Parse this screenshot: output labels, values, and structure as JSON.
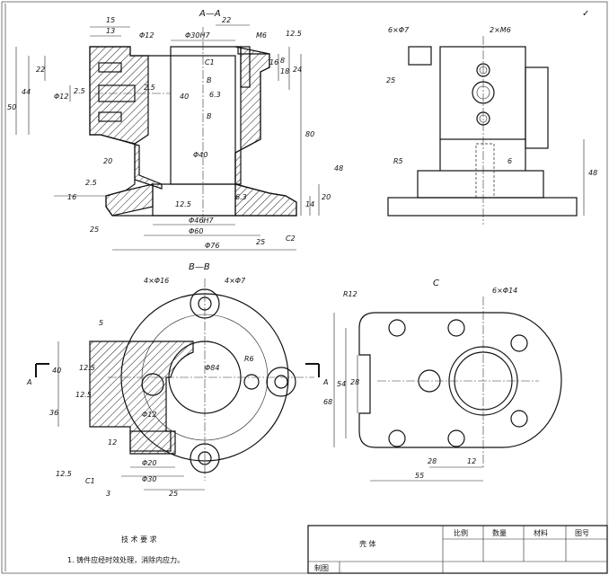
{
  "views": {
    "section_aa": {
      "title": "A—A",
      "dims": [
        "15",
        "13",
        "Φ12",
        "Φ30H7",
        "22",
        "M6",
        "12.5",
        "C1",
        "22",
        "44",
        "50",
        "Φ12",
        "2.5",
        "2.5",
        "40",
        "6.3",
        "B",
        "B",
        "8",
        "16",
        "18",
        "24",
        "80",
        "20",
        "Φ40",
        "2.5",
        "16",
        "12.5",
        "6.3",
        "14",
        "20",
        "48",
        "Φ46H7",
        "Φ60",
        "Φ76",
        "C2",
        "25",
        "25"
      ]
    },
    "side_view": {
      "dims": [
        "6×Φ7",
        "2×M6",
        "25",
        "R5",
        "6",
        "48"
      ]
    },
    "section_bb": {
      "title": "B—B",
      "dims": [
        "4×Φ16",
        "4×Φ7",
        "5",
        "40",
        "12.5",
        "12.5",
        "Φ84",
        "R6",
        "36",
        "Φ12",
        "12",
        "Φ20",
        "Φ30",
        "12.5",
        "C1",
        "3",
        "25"
      ]
    },
    "view_c": {
      "title": "C",
      "dims": [
        "R12",
        "6×Φ14",
        "68",
        "54",
        "28",
        "28",
        "12",
        "55"
      ]
    }
  },
  "notes": {
    "heading": "技 术 要 求",
    "item_1": "1. 铸件应经时效处理，消除内应力。"
  },
  "title_block": {
    "part_name": "壳 体",
    "scale_label": "比例",
    "qty_label": "数量",
    "material_label": "材料",
    "drawing_no_label": "图号",
    "drafter_label": "制图"
  },
  "corner_roughness": "✓"
}
